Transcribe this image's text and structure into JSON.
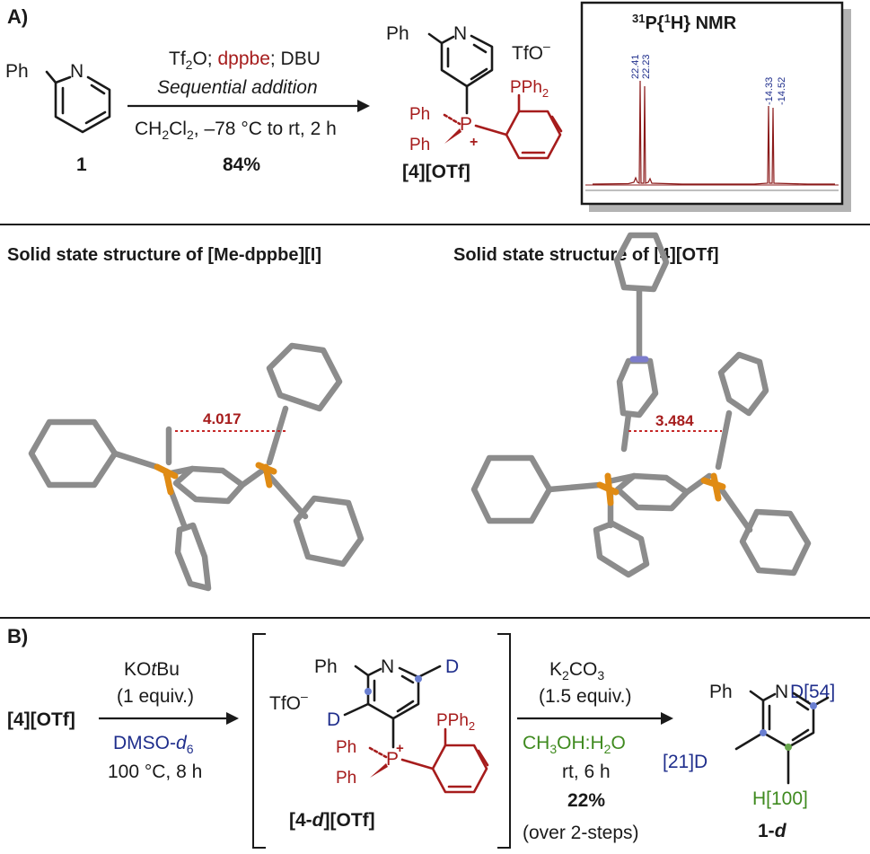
{
  "panelA": {
    "label": "A)",
    "reactant_label": "1",
    "reactant_ph": "Ph",
    "reactant_n": "N",
    "reagents_part1": "Tf",
    "reagents_part1_sub": "2",
    "reagents_part1_end": "O; ",
    "reagents_dppbe": "dppbe",
    "reagents_end": "; DBU",
    "sequential": "Sequential addition",
    "conditions_a": "CH",
    "conditions_sub1": "2",
    "conditions_b": "Cl",
    "conditions_sub2": "2",
    "conditions_c": ", –78 °C to rt, 2 h",
    "yield": "84%",
    "product_label": "[4][OTf]",
    "product_ph": "Ph",
    "product_n": "N",
    "counterion": "TfO",
    "counterion_charge": "–",
    "ph1": "Ph",
    "ph2": "Ph",
    "p_atom": "P",
    "p_charge": "+",
    "pph2": "PPh",
    "pph2_sub": "2"
  },
  "nmr": {
    "title_sup1": "31",
    "title_a": "P{",
    "title_sup2": "1",
    "title_b": "H} NMR",
    "peaks": [
      "22.41",
      "22.23",
      "-14.33",
      "-14.52"
    ]
  },
  "structures": {
    "left_title": "Solid state structure of [Me-dppbe][I]",
    "left_distance": "4.017",
    "right_title": "Solid state structure of [4][OTf]",
    "right_distance": "3.484"
  },
  "panelB": {
    "label": "B)",
    "start": "[4][OTf]",
    "base_a": "KO",
    "base_t": "t",
    "base_b": "Bu",
    "base_equiv": "(1 equiv.)",
    "solvent_a": "DMSO-",
    "solvent_d": "d",
    "solvent_sub": "6",
    "temp": "100 °C, 8 h",
    "intermediate_counterion": "TfO",
    "intermediate_charge": "–",
    "intermediate_ph": "Ph",
    "intermediate_n": "N",
    "intermediate_d1": "D",
    "intermediate_d2": "D",
    "intermediate_ph1": "Ph",
    "intermediate_ph2": "Ph",
    "intermediate_p": "P",
    "intermediate_plus": "+",
    "intermediate_pph2": "PPh",
    "intermediate_pph2_sub": "2",
    "intermediate_label_a": "[4-",
    "intermediate_label_d": "d",
    "intermediate_label_b": "][OTf]",
    "base2_a": "K",
    "base2_sub1": "2",
    "base2_b": "CO",
    "base2_sub2": "3",
    "base2_equiv": "(1.5 equiv.)",
    "solvent2_a": "CH",
    "solvent2_sub1": "3",
    "solvent2_b": "OH:H",
    "solvent2_sub2": "2",
    "solvent2_c": "O",
    "time2": "rt, 6 h",
    "yield2": "22%",
    "yield2_note": "(over 2-steps)",
    "product_ph": "Ph",
    "product_n": "N",
    "product_d54": "D[54]",
    "product_d21": "[21]D",
    "product_h100": "H[100]",
    "product_label_a": "1-",
    "product_label_d": "d"
  },
  "colors": {
    "text": "#1a1a1a",
    "dppbe_red": "#a61c1c",
    "deuterium_blue": "#1f2e8c",
    "hydrogen_green": "#3f8a1f",
    "phosphorus_orange": "#e08b14",
    "carbon_gray": "#8c8c8c",
    "nitrogen_blue": "#7c7ccc",
    "nmr_trace": "#8b1a1a"
  }
}
